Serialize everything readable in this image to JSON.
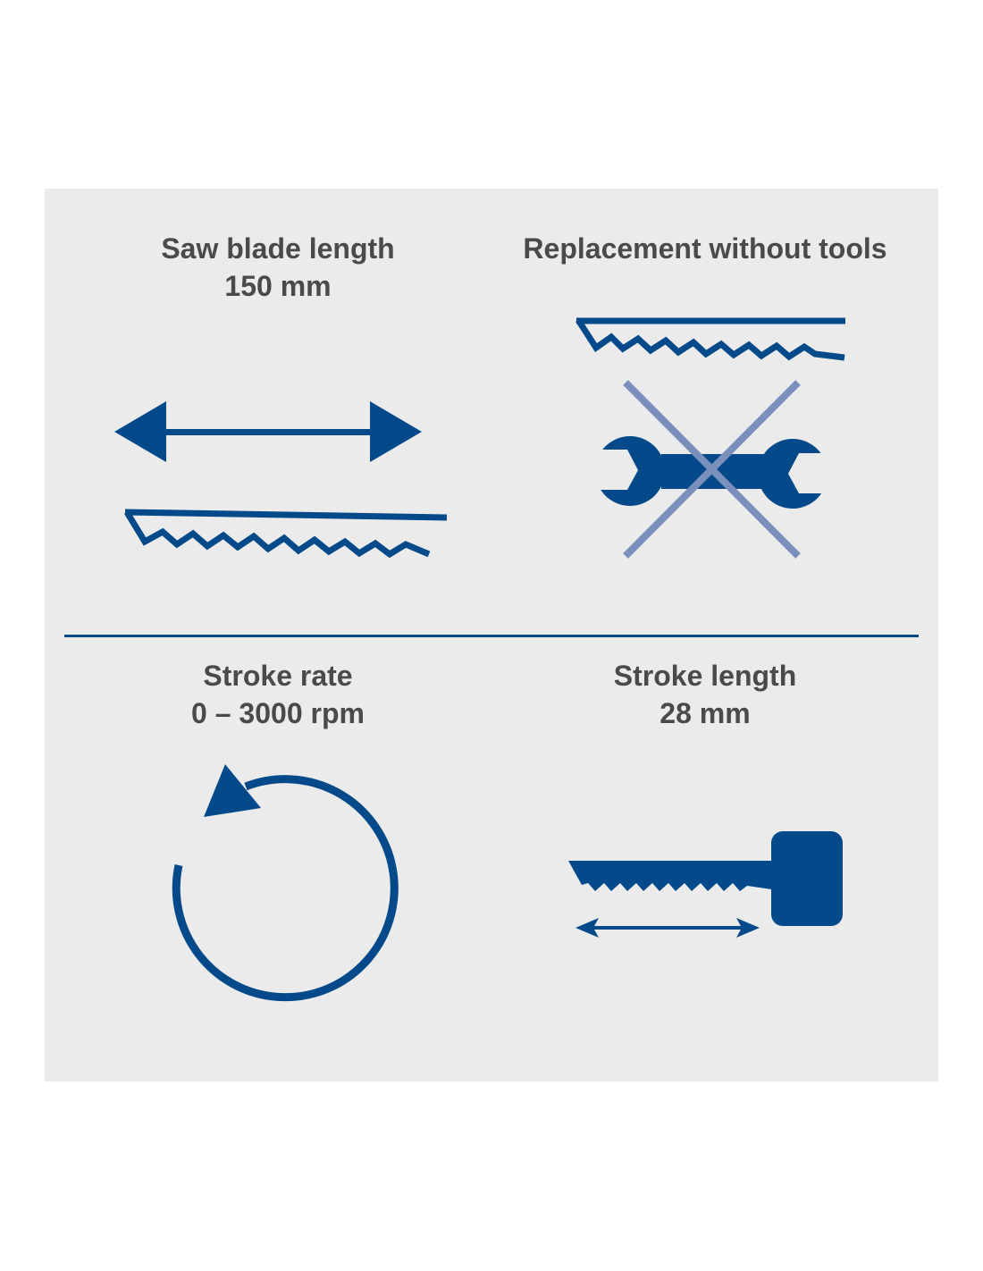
{
  "colors": {
    "background": "#ebebeb",
    "accent": "#044a8a",
    "cross": "#7b8fbc",
    "text": "#4a4a4a"
  },
  "features": [
    {
      "title": "Saw blade length",
      "value": "150 mm",
      "icon": "double-arrow-blade-icon"
    },
    {
      "title": "Replacement without tools",
      "value": "",
      "icon": "no-wrench-icon"
    },
    {
      "title": "Stroke rate",
      "value": "0 – 3000 rpm",
      "icon": "rotation-arrow-icon"
    },
    {
      "title": "Stroke length",
      "value": "28 mm",
      "icon": "stroke-length-blade-icon"
    }
  ]
}
